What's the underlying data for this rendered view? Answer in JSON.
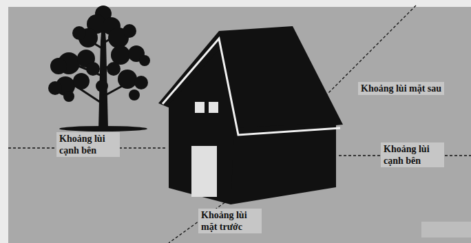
{
  "diagram": {
    "labels": [
      "Khoảng lùi cạnh bên",
      "Khoảng lùi mặt sau",
      "Khoảng lùi cạnh bên",
      "Khoảng lùi mặt trước"
    ]
  }
}
